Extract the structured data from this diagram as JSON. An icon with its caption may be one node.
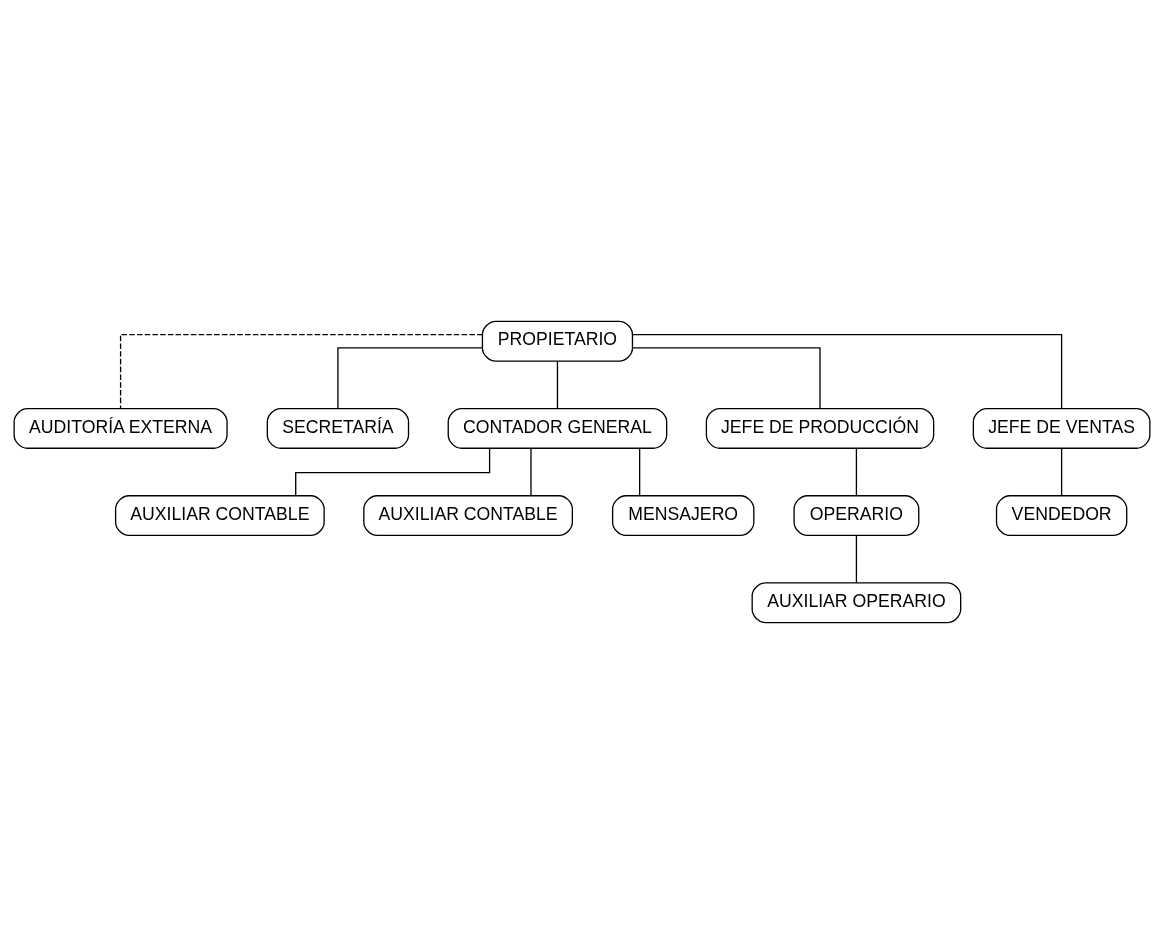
{
  "diagram": {
    "nodes": [
      {
        "text": [
          "PROPIETARIO"
        ]
      },
      {
        "text": [
          "AUDITORÍA EXTERNA"
        ]
      },
      {
        "text": [
          "SECRETARÍA"
        ]
      },
      {
        "text": [
          "CONTADOR GENERAL"
        ]
      },
      {
        "text": [
          "JEFE DE PRODUCCIÓN"
        ]
      },
      {
        "text": [
          "JEFE DE VENTAS"
        ]
      },
      {
        "text": [
          "AUXILIAR CONTABLE"
        ]
      },
      {
        "text": [
          "AUXILIAR CONTABLE"
        ]
      },
      {
        "text": [
          "OPERARIO"
        ]
      },
      {
        "text": [
          "VENDEDOR"
        ]
      },
      {
        "text": [
          "MENSAJERO"
        ]
      },
      {
        "text": [
          "AUXILIAR OPERARIO"
        ]
      }
    ],
    "edges": [
      {
        "from": 0,
        "to": 1,
        "arrow": "none",
        "style": "dashed"
      },
      {
        "from": 0,
        "to": 2,
        "arrow": "none"
      },
      {
        "from": 0,
        "to": 3,
        "arrow": "none"
      },
      {
        "from": 0,
        "to": 4,
        "arrow": "none"
      },
      {
        "from": 0,
        "to": 5,
        "arrow": "none"
      },
      {
        "from": 3,
        "to": 6,
        "arrow": "none"
      },
      {
        "from": 3,
        "to": 7,
        "arrow": "none"
      },
      {
        "from": 3,
        "to": 10,
        "arrow": "none"
      },
      {
        "from": 4,
        "to": 8,
        "arrow": "none"
      },
      {
        "from": 8,
        "to": 11,
        "arrow": "none"
      },
      {
        "from": 5,
        "to": 9,
        "arrow": "none"
      }
    ]
  }
}
